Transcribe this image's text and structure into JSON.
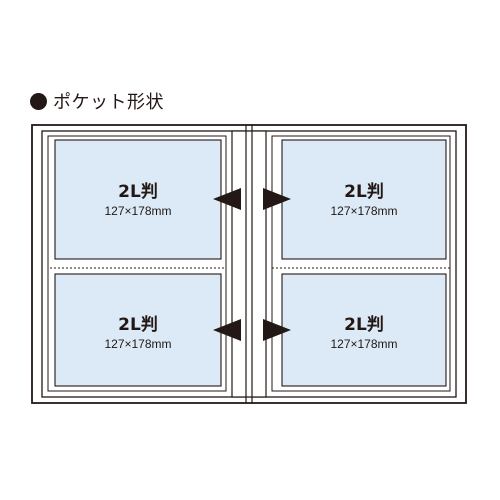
{
  "heading": {
    "text": "ポケット形状"
  },
  "pockets": [
    {
      "size": "2L判",
      "dimensions": "127×178mm"
    },
    {
      "size": "2L判",
      "dimensions": "127×178mm"
    },
    {
      "size": "2L判",
      "dimensions": "127×178mm"
    },
    {
      "size": "2L判",
      "dimensions": "127×178mm"
    }
  ],
  "colors": {
    "pocket_fill": "#dbeaf6",
    "outline": "#231815",
    "arrow": "#231815"
  }
}
